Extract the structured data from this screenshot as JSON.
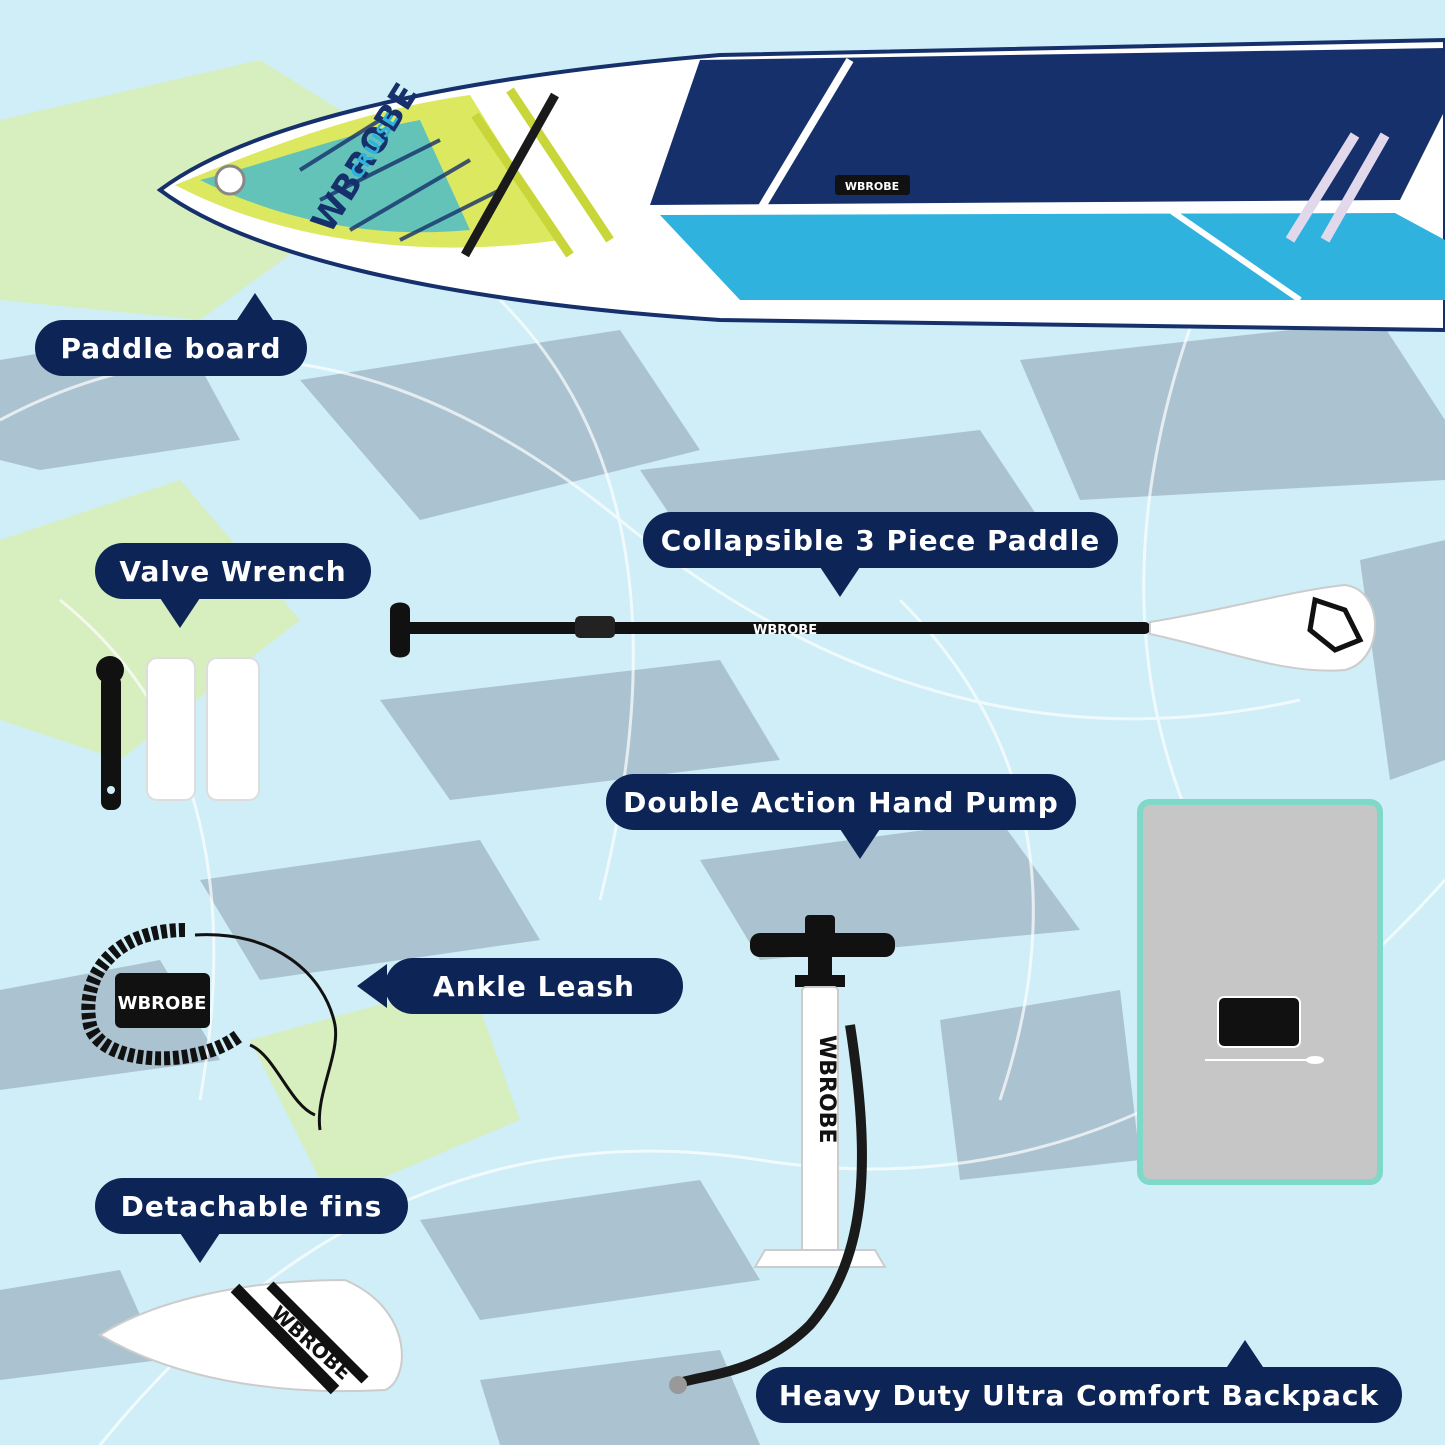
{
  "brand": "WBROBE",
  "board_model": "CRUISE",
  "labels": {
    "paddle_board": "Paddle board",
    "valve_wrench": "Valve Wrench",
    "paddle": "Collapsible 3 Piece Paddle",
    "pump": "Double Action Hand Pump",
    "ankle_leash": "Ankle Leash",
    "fins": "Detachable fins",
    "backpack": "Heavy Duty Ultra Comfort Backpack"
  },
  "colors": {
    "background": "#cfeef7",
    "label_bg": "#0d2457",
    "label_text": "#ffffff",
    "board_navy": "#16306b",
    "board_cyan": "#2fb3de",
    "board_lime": "#d4e23a",
    "backpack_gray": "#c6c6c6",
    "backpack_trim": "#7fd9c9"
  }
}
